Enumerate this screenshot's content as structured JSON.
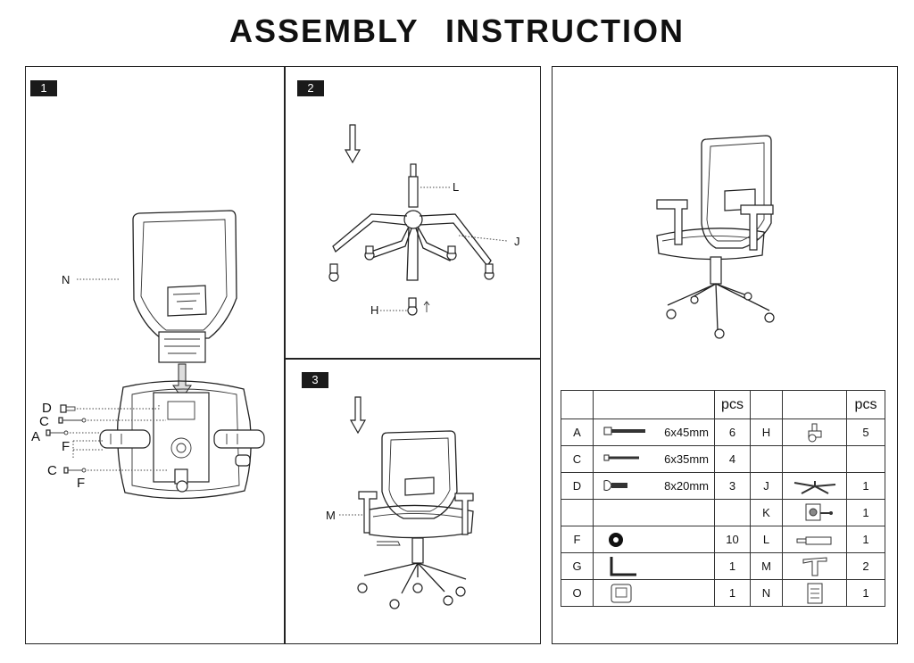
{
  "title": "ASSEMBLY  INSTRUCTION",
  "steps": [
    {
      "number": "1",
      "callouts": [
        "N",
        "D",
        "C",
        "A",
        "F",
        "C",
        "F"
      ]
    },
    {
      "number": "2",
      "callouts": [
        "L",
        "J",
        "H"
      ]
    },
    {
      "number": "3",
      "callouts": [
        "M"
      ]
    }
  ],
  "parts_table": {
    "header_qty": "pcs",
    "rows": [
      {
        "left_id": "A",
        "left_spec": "6x45mm",
        "left_icon": "long-bolt-icon",
        "left_qty": "6",
        "right_id": "H",
        "right_icon": "caster-icon",
        "right_qty": "5"
      },
      {
        "left_id": "C",
        "left_spec": "6x35mm",
        "left_icon": "bolt-icon",
        "left_qty": "4",
        "right_id": "",
        "right_icon": "",
        "right_qty": ""
      },
      {
        "left_id": "D",
        "left_spec": "8x20mm",
        "left_icon": "short-bolt-icon",
        "left_qty": "3",
        "right_id": "J",
        "right_icon": "star-base-icon",
        "right_qty": "1"
      },
      {
        "left_id": "",
        "left_spec": "",
        "left_icon": "",
        "left_qty": "",
        "right_id": "K",
        "right_icon": "mechanism-icon",
        "right_qty": "1"
      },
      {
        "left_id": "F",
        "left_spec": "",
        "left_icon": "washer-icon",
        "left_qty": "10",
        "right_id": "L",
        "right_icon": "gas-lift-icon",
        "right_qty": "1"
      },
      {
        "left_id": "G",
        "left_spec": "",
        "left_icon": "allen-key-icon",
        "left_qty": "1",
        "right_id": "M",
        "right_icon": "armrest-icon",
        "right_qty": "2"
      },
      {
        "left_id": "O",
        "left_spec": "",
        "left_icon": "bracket-icon",
        "left_qty": "1",
        "right_id": "N",
        "right_icon": "backrest-connector-icon",
        "right_qty": "1"
      }
    ]
  }
}
